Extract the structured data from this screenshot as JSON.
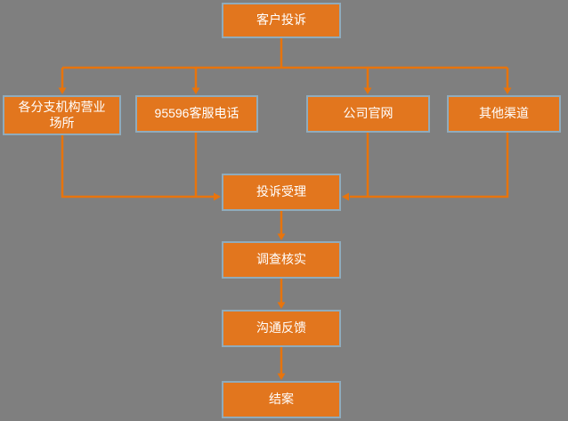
{
  "colors": {
    "background": "#7F7F7F",
    "node_fill": "#E2761E",
    "node_border": "#8FABBC",
    "connector": "#E8740C",
    "node_text": "#FFFFFF"
  },
  "flowchart": {
    "nodes": {
      "customer_complaint": "客户投诉",
      "branch_offices": "各分支机构营业场所",
      "service_hotline": "95596客服电话",
      "company_website": "公司官网",
      "other_channels": "其他渠道",
      "complaint_acceptance": "投诉受理",
      "investigation": "调查核实",
      "communication_feedback": "沟通反馈",
      "case_closed": "结案"
    }
  }
}
